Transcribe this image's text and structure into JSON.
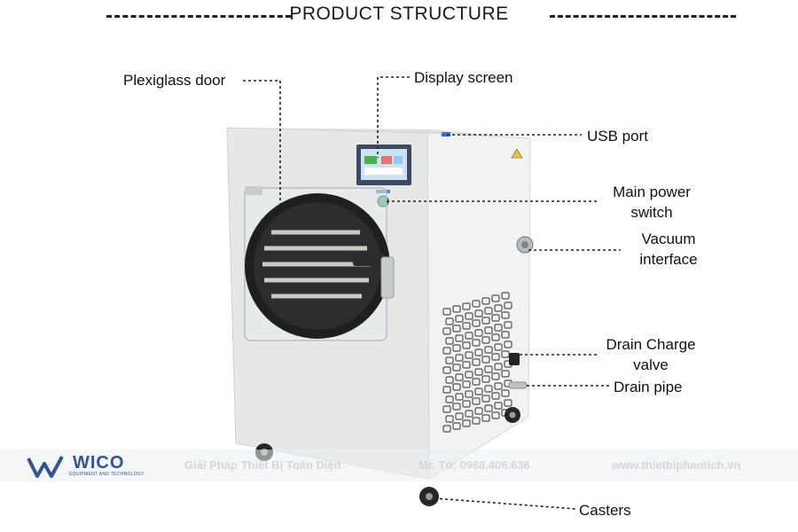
{
  "title": "PRODUCT STRUCTURE",
  "labels": {
    "plexiglass_door": "Plexiglass door",
    "display_screen": "Display screen",
    "usb_port": "USB port",
    "main_power_switch_1": "Main power",
    "main_power_switch_2": "switch",
    "vacuum_interface_1": "Vacuum",
    "vacuum_interface_2": "interface",
    "drain_valve_1": "Drain Charge",
    "drain_valve_2": "valve",
    "drain_pipe": "Drain pipe",
    "casters": "Casters"
  },
  "watermark": {
    "brand": "WICO",
    "brand_sub": "EQUIPMENT AND TECHNOLOGY",
    "slogan": "Giải Pháp Thiết Bị Toàn Diện",
    "contact": "Mr. Tú: 0968.406.636",
    "website": "www.thietbiphantich.vn",
    "color": "#2f5597"
  },
  "colors": {
    "cabinet": "#e9eaea",
    "cabinet_side": "#f3f3f2",
    "leader_line": "#222222"
  }
}
